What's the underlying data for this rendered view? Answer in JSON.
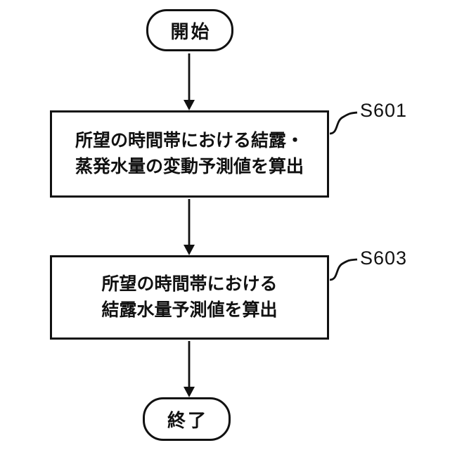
{
  "diagram": {
    "start": {
      "label": "開始"
    },
    "end": {
      "label": "終了"
    },
    "steps": [
      {
        "id": "S601",
        "line1": "所望の時間帯における結露・",
        "line2": "蒸発水量の変動予測値を算出"
      },
      {
        "id": "S603",
        "line1": "所望の時間帯における",
        "line2": "結露水量予測値を算出"
      }
    ],
    "line_color": "#111111",
    "background_color": "#ffffff"
  }
}
